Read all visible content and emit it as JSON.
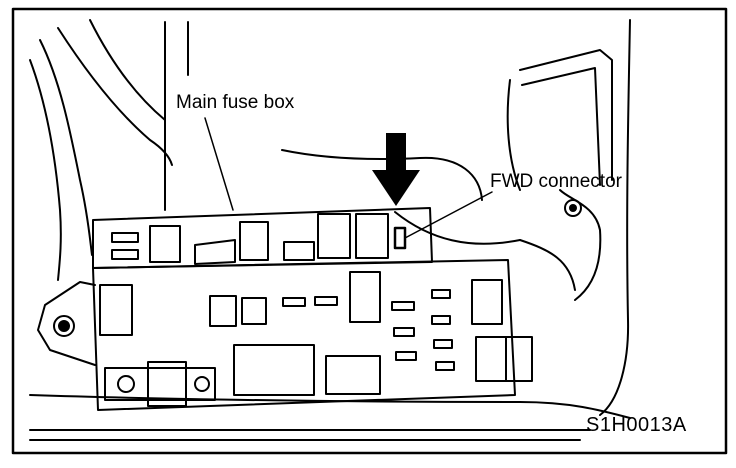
{
  "figure": {
    "callouts": {
      "main_fuse_box": "Main fuse box",
      "fwd_connector": "FWD connector"
    },
    "figure_code": "S1H0013A"
  },
  "colors": {
    "ink": "#000000",
    "paper": "#ffffff"
  },
  "icons": {
    "indicator": "down-arrow-icon",
    "mount": "bolt-icon"
  }
}
